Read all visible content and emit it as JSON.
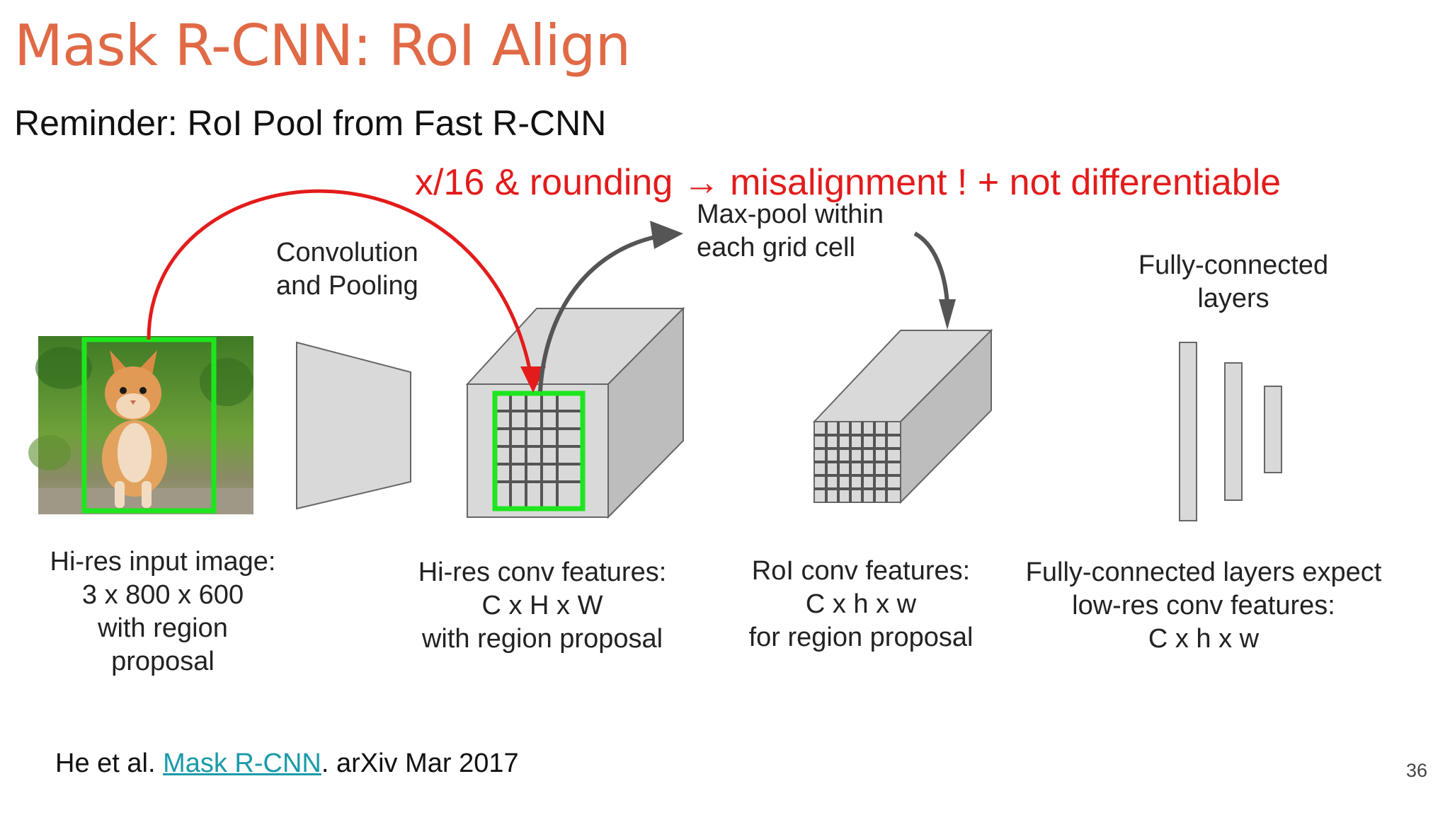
{
  "slide": {
    "title": "Mask R-CNN: RoI Align",
    "subtitle": "Reminder: RoI Pool from Fast R-CNN",
    "red_note": "x/16 & rounding → misalignment ! + not differentiable",
    "page_number": "36"
  },
  "labels": {
    "conv_pool": [
      "Convolution",
      "and Pooling"
    ],
    "maxpool": [
      "Max-pool within",
      "each grid cell"
    ],
    "fc_top": [
      "Fully-connected",
      "layers"
    ],
    "input": [
      "Hi-res input image:",
      "3 x 800 x 600",
      "with region",
      "proposal"
    ],
    "conv_features": [
      "Hi-res conv features:",
      "C x H x W",
      "with region proposal"
    ],
    "roi_features": [
      "RoI conv features:",
      "C x h x w",
      "for region proposal"
    ],
    "fc_bottom": [
      "Fully-connected layers expect",
      "low-res conv features:",
      "C x h x w"
    ]
  },
  "citation": {
    "prefix": "He et al. ",
    "link_text": "Mask R-CNN",
    "suffix": ". arXiv Mar 2017"
  },
  "colors": {
    "title": "#e06a46",
    "red_arrow": "#e31b1b",
    "green_box": "#1ee61e",
    "gray_arrow": "#555555",
    "shape_fill": "#d9d9d9",
    "shape_side": "#bdbdbd",
    "link": "#1a9aa8"
  }
}
